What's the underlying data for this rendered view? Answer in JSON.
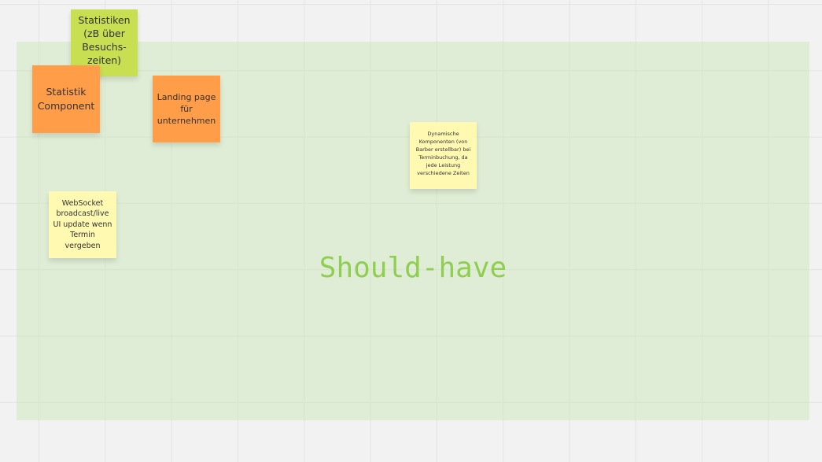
{
  "board": {
    "frame_title": "Should-have",
    "notes": [
      {
        "text": "Statistiken (zB über Besuchs-zeiten)",
        "color": "#c8df52"
      },
      {
        "text": "Statistik Component",
        "color": "#ff9d48"
      },
      {
        "text": "Landing page für unternehmen",
        "color": "#ff9d48"
      },
      {
        "text": "Dynamische Komponenten (von Barber erstellbar) bei Terminbuchung, da jede Leistung verschiedene Zeiten",
        "color": "#fff9b1"
      },
      {
        "text": "WebSocket broadcast/live UI update wenn Termin vergeben",
        "color": "#fff9b1"
      }
    ],
    "frame_color": "#dcebd2",
    "title_color": "#8fcf4f"
  }
}
